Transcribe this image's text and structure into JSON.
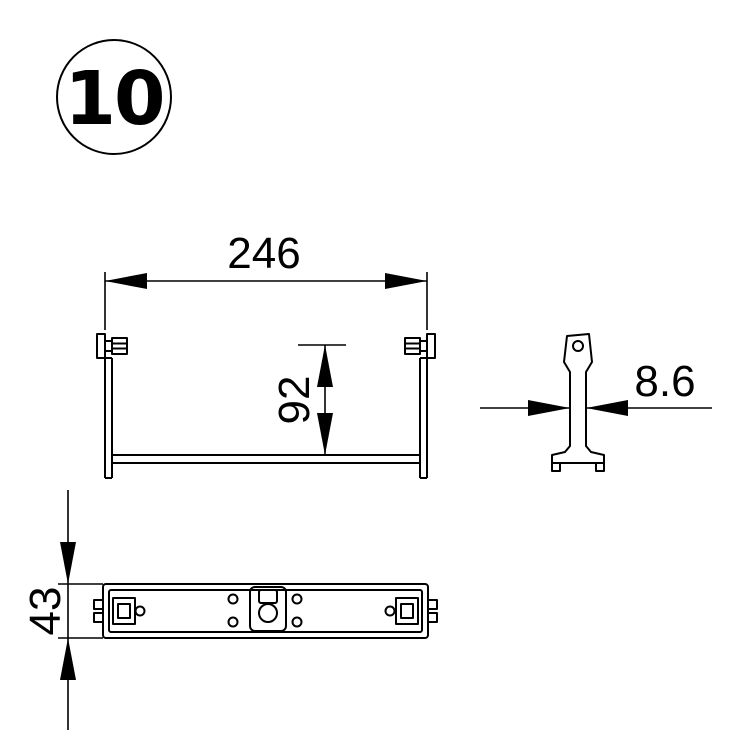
{
  "drawing": {
    "balloon_label": "10",
    "dimensions": {
      "width": "246",
      "height": "92",
      "thickness": "8.6",
      "depth": "43"
    },
    "views": {
      "front": "front-view-bracket",
      "side": "side-profile-view",
      "bottom": "bottom-plan-view"
    },
    "colors": {
      "line": "#000000",
      "background": "#ffffff"
    }
  }
}
